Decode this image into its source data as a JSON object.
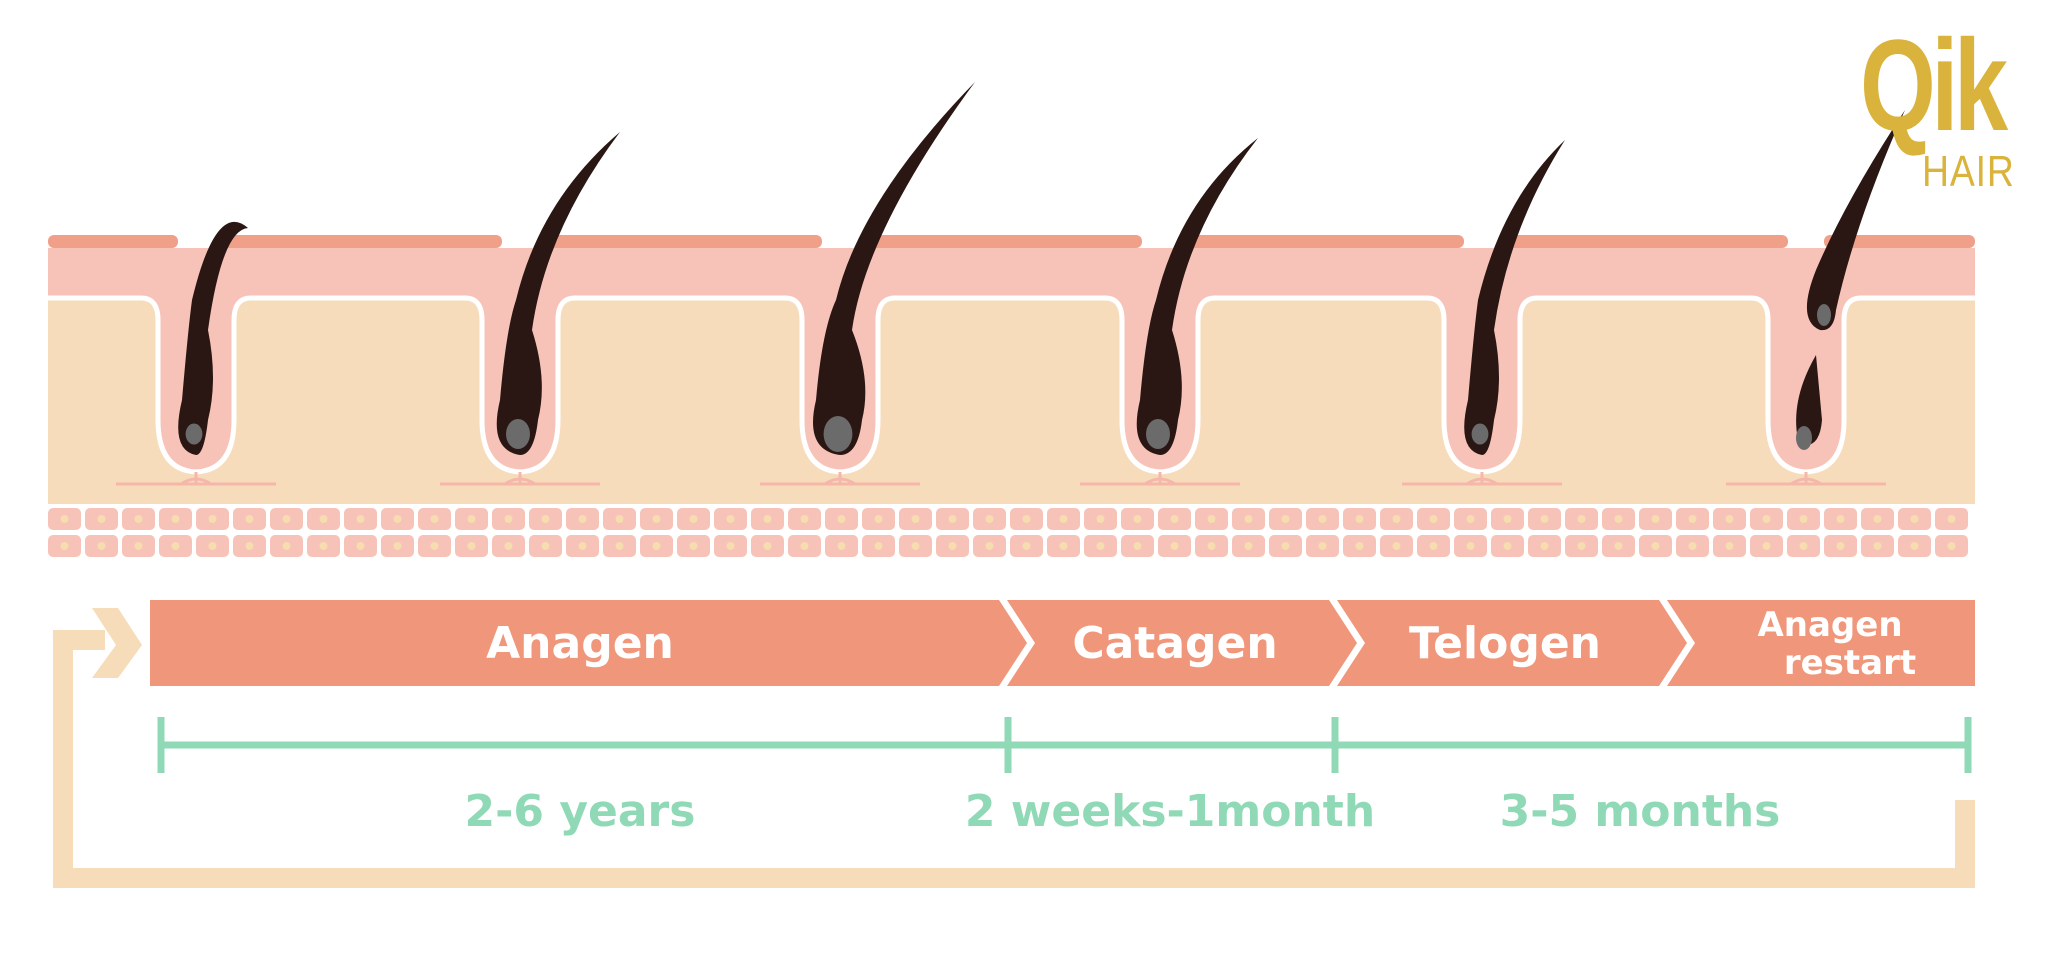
{
  "title": "Hair growth cycle",
  "phases": [
    {
      "label": "Anagen"
    },
    {
      "label": "Catagen"
    },
    {
      "label": "Telogen"
    },
    {
      "label": "Anagen restart",
      "line1": "Anagen",
      "line2": "restart"
    }
  ],
  "durations": [
    "2-6 years",
    "2 weeks-1month",
    "3-5 months"
  ],
  "logo": {
    "text": "QiK HAIR",
    "mark": "Qik",
    "sub": "HAIR"
  },
  "colors": {
    "skin_top": "#f0a088",
    "skin_pink": "#f7c3b8",
    "skin_beige": "#f6dcbb",
    "phase_bar": "#f0967a",
    "timeline": "#8fd9b6",
    "loop": "#f6dcb9",
    "hair": "#2a1714",
    "papilla": "#6b6b6b",
    "logo_gold": "#d9b33c"
  }
}
